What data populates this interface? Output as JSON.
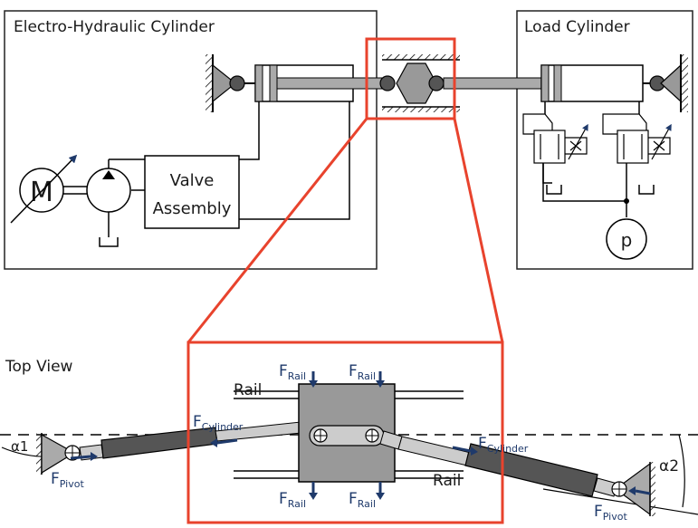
{
  "panels": {
    "ehc_title": "Electro-Hydraulic Cylinder",
    "load_title": "Load Cylinder"
  },
  "components": {
    "motor": "M",
    "valve_line1": "Valve",
    "valve_line2": "Assembly",
    "pressure": "p"
  },
  "top_view": {
    "title": "Top View",
    "rail_top": "Rail",
    "rail_bottom": "Rail",
    "f": "F",
    "sub_rail": "Rail",
    "sub_cylinder": "Cylinder",
    "sub_pivot": "Pivot",
    "alpha1": "α1",
    "alpha2": "α2"
  },
  "colors": {
    "highlight": "#e8432d",
    "force_arrow": "#1f3a6b",
    "part_fill": "#aaaaaa",
    "dark_fill": "#555555"
  }
}
